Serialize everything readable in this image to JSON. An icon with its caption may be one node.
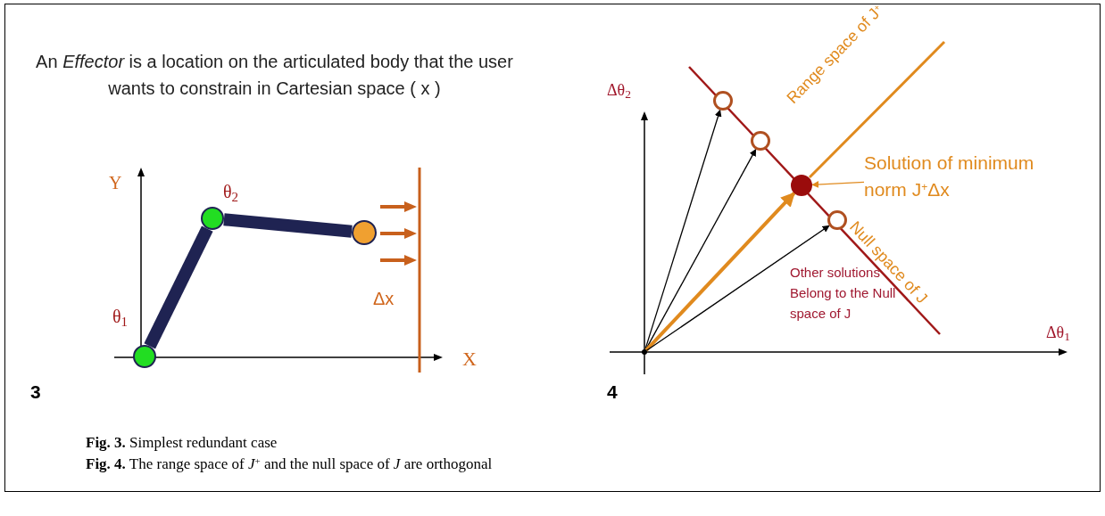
{
  "diagram": {
    "nodes": [
      {
        "text": [],
        "shape": "circle",
        "beside": [
          "θ$_{1}$"
        ]
      },
      {
        "text": [],
        "shape": "circle",
        "beside": [
          "θ$_{2}$"
        ]
      },
      {
        "text": [],
        "shape": "circle"
      },
      {
        "text": [],
        "shape": "circle"
      },
      {
        "text": [],
        "shape": "circle"
      },
      {
        "text": [],
        "shape": "circle"
      },
      {
        "text": [],
        "shape": "circle"
      },
      {
        "text": [],
        "shape": "circle"
      },
      {
        "text": [
          "Solution of minimum norm J$^{+}$Δx"
        ]
      }
    ],
    "edges": [
      {
        "from": 0,
        "to": 1,
        "arrow": "none",
        "style": "thick",
        "color": "#1f2352"
      },
      {
        "from": 1,
        "to": 2,
        "arrow": "none",
        "style": "thick",
        "color": "#1f2352"
      },
      {
        "from": 3,
        "to": 4,
        "arrow": "to"
      },
      {
        "from": 3,
        "to": 5,
        "arrow": "to"
      },
      {
        "from": 3,
        "to": 6,
        "arrow": "to",
        "style": "thick",
        "color": "#e08a1e"
      },
      {
        "from": 3,
        "to": 7,
        "arrow": "to"
      },
      {
        "from": 8,
        "to": 6,
        "arrow": "to",
        "color": "#e08a1e"
      }
    ],
    "labels": [
      "An *Effector* is a location on the articulated body that the user wants to constrain in Cartesian space ( x )",
      "Y",
      "Δx",
      "X",
      "3",
      "Δθ$_{2}$",
      "Range space of J$^{+}$",
      "Null space of J",
      "Other solutions Belong to the Null space of J",
      "Δθ$_{1}$",
      "4",
      "**Fig. 3.** Simplest redundant case",
      "**Fig. 4.** The range space of *J*$^{+}$ and the null space of *J* are orthogonal"
    ]
  }
}
